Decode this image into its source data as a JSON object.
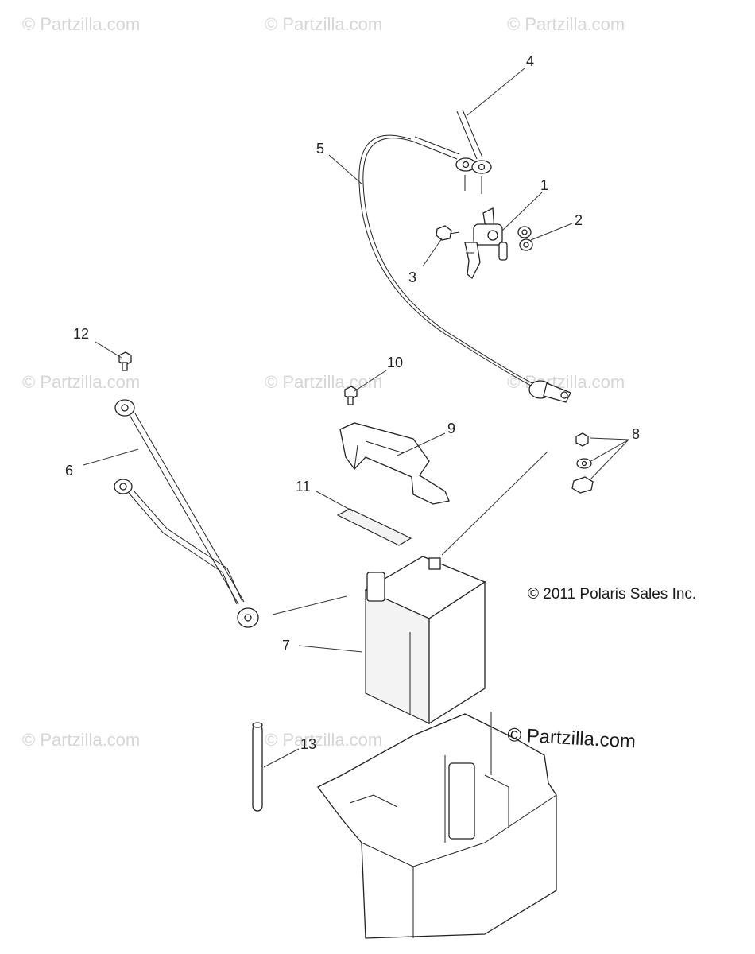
{
  "watermarks": {
    "small": "© Partzilla.com",
    "large": "© Partzilla.com"
  },
  "copyright": "© 2011 Polaris Sales Inc.",
  "callouts": {
    "c1": "1",
    "c2": "2",
    "c3": "3",
    "c4": "4",
    "c5": "5",
    "c6": "6",
    "c7": "7",
    "c8": "8",
    "c9": "9",
    "c10": "10",
    "c11": "11",
    "c12": "12",
    "c13": "13"
  }
}
